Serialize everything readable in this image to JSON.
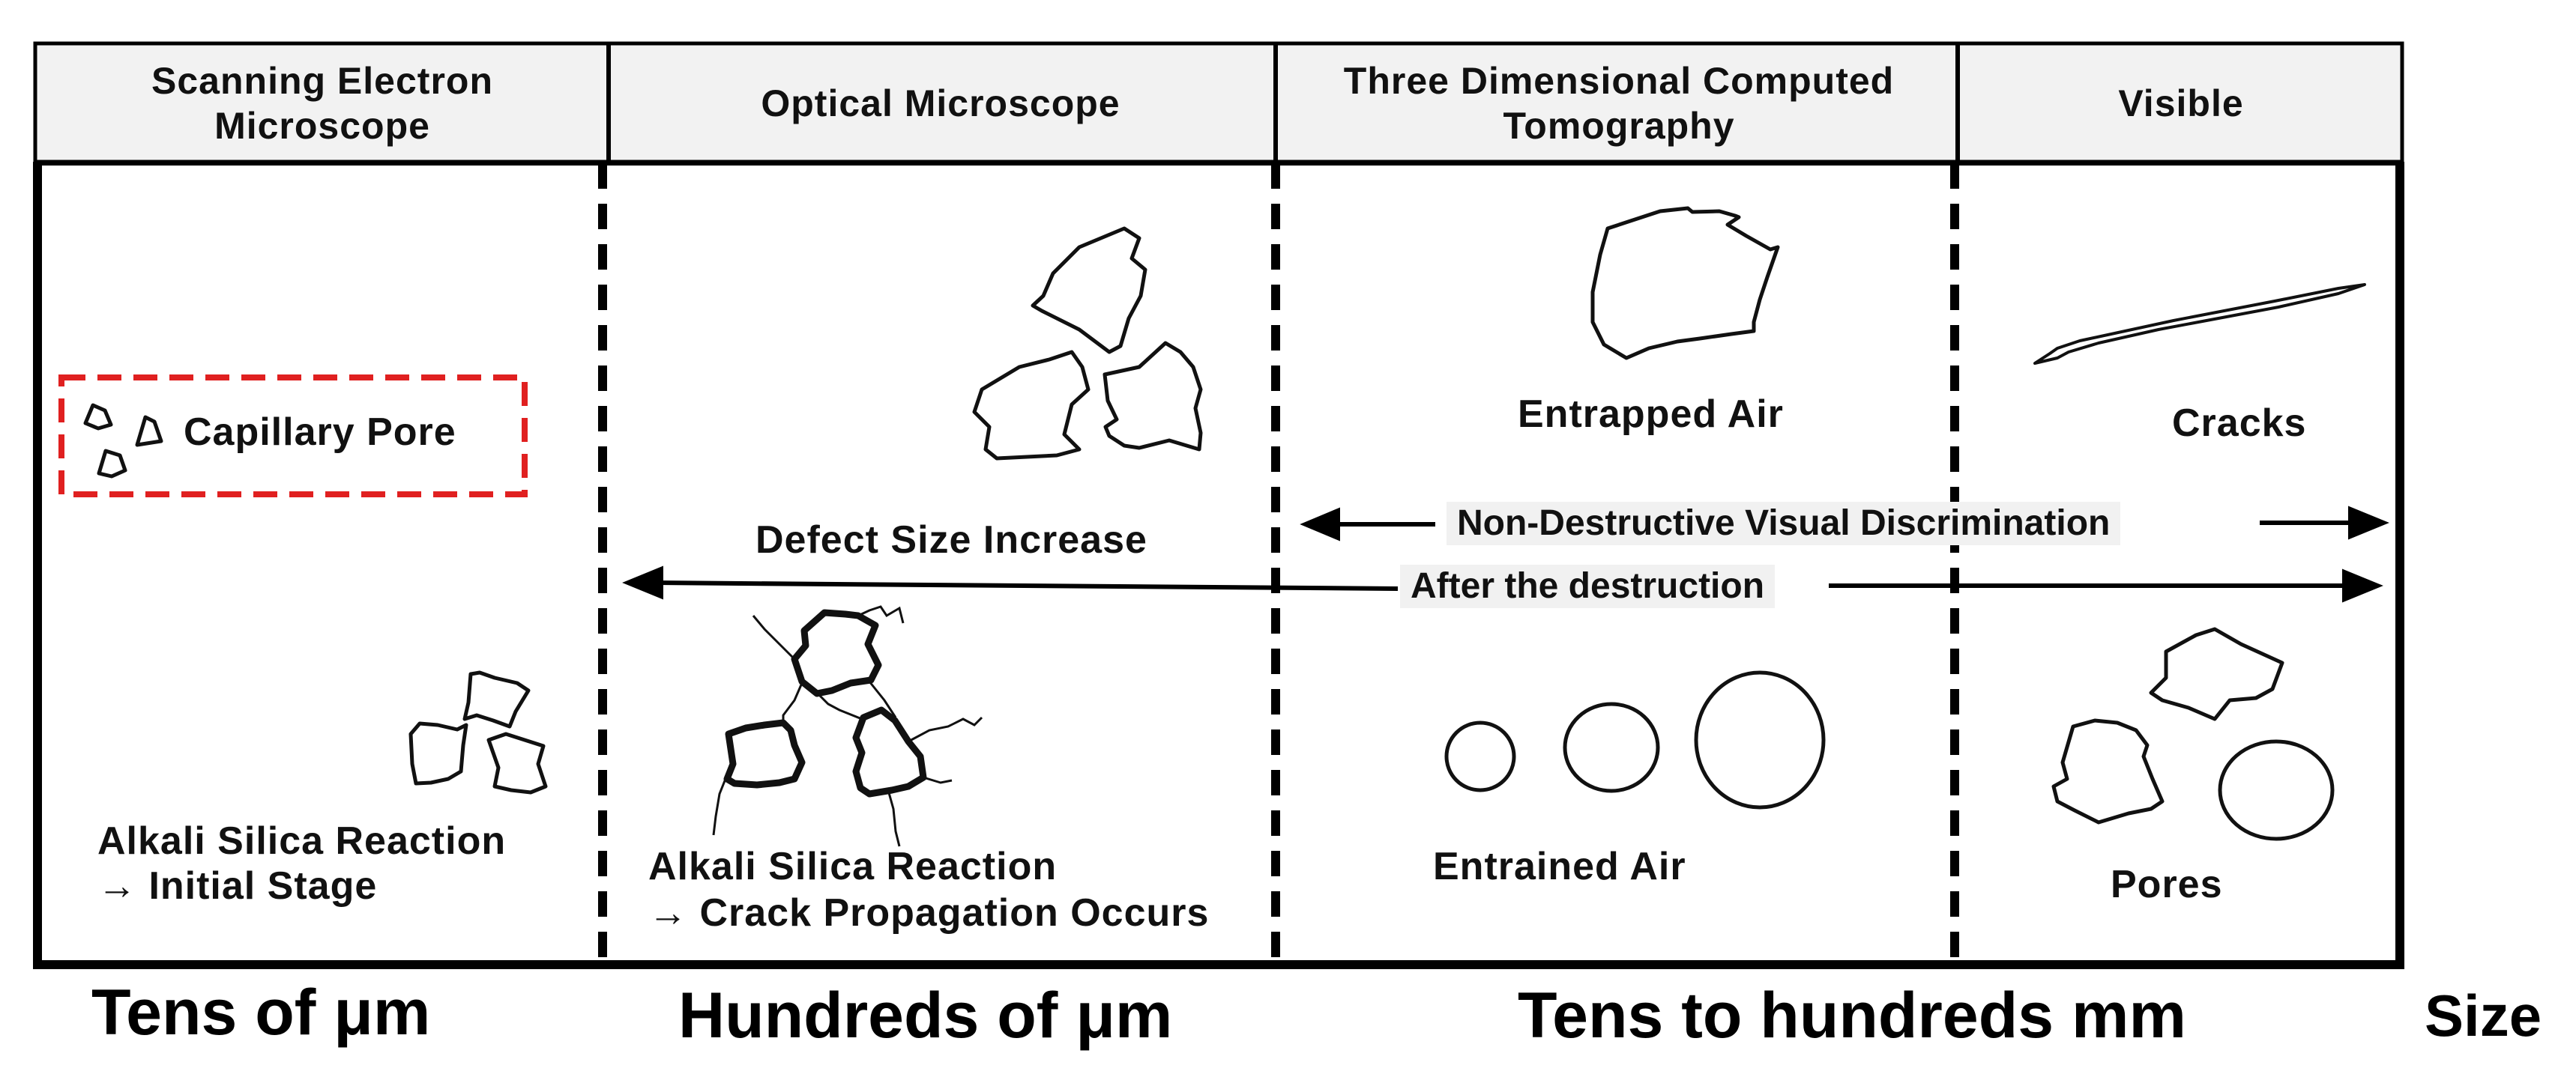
{
  "columns": [
    {
      "title": "Scanning Electron Microscope"
    },
    {
      "title": "Optical Microscope"
    },
    {
      "title": "Three Dimensional Computed Tomography"
    },
    {
      "title": "Visible"
    }
  ],
  "labels": {
    "capillary_pore": "Capillary Pore",
    "asr_initial_line1": "Alkali Silica Reaction",
    "asr_initial_line2": "→ Initial Stage",
    "defect_size_increase": "Defect Size Increase",
    "asr_crack_line1": "Alkali Silica Reaction",
    "asr_crack_line2": "→ Crack Propagation Occurs",
    "entrapped_air": "Entrapped Air",
    "entrained_air": "Entrained Air",
    "cracks": "Cracks",
    "pores": "Pores"
  },
  "arrows": {
    "non_destructive": "Non-Destructive Visual Discrimination",
    "after_destruction": "After the destruction"
  },
  "scale": {
    "tens_um": "Tens of μm",
    "hundreds_um": "Hundreds of μm",
    "tens_to_hundreds_mm": "Tens to hundreds mm",
    "axis": "Size"
  },
  "colors": {
    "highlight_box": "#e02020",
    "header_bg": "#f2f2f2",
    "line": "#000000"
  }
}
